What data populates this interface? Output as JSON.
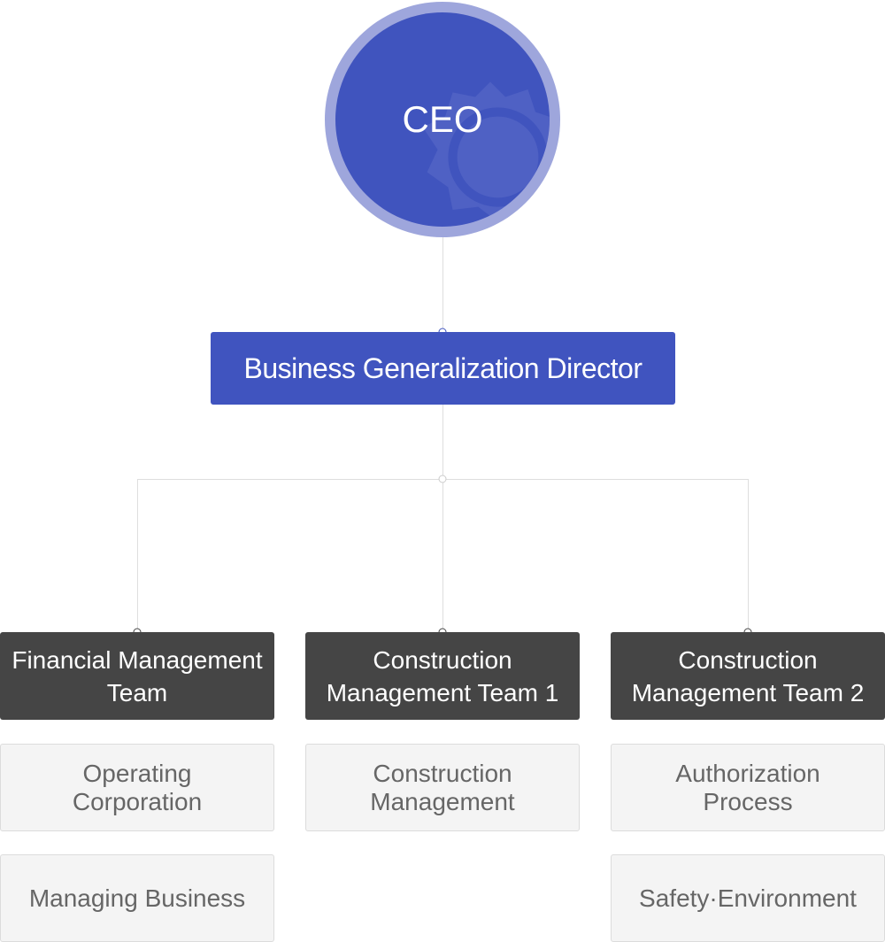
{
  "ceo": {
    "label": "CEO"
  },
  "director": {
    "label": "Business Generalization Director"
  },
  "teams": [
    {
      "label": "Financial Management Team",
      "units": [
        "Operating Corporation",
        "Managing Business"
      ]
    },
    {
      "label": "Construction Management Team 1",
      "units": [
        "Construction Management"
      ]
    },
    {
      "label": "Construction Management Team 2",
      "units": [
        "Authorization Process",
        "Safety·Environment"
      ]
    }
  ],
  "colors": {
    "primary": "#4054be",
    "ring": "#9ea6dc",
    "team": "#454545",
    "unit_bg": "#f4f4f4"
  }
}
